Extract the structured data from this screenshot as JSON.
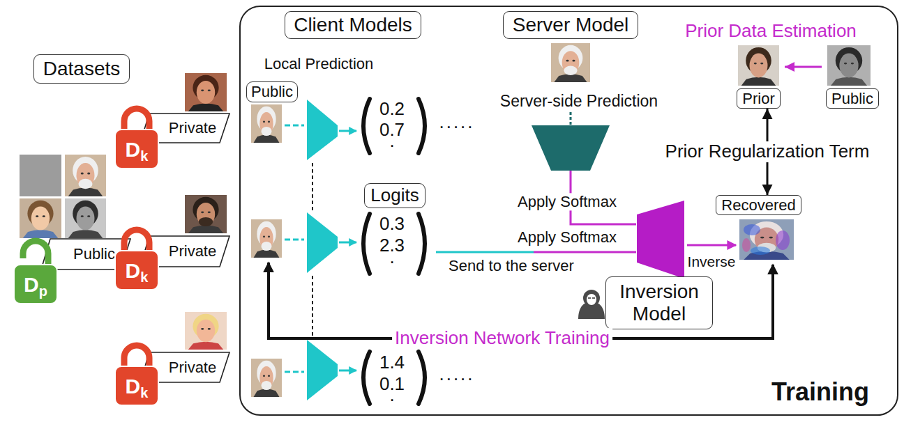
{
  "diagram": {
    "nodes": [
      {
        "text": [
          "Datasets"
        ]
      },
      {
        "text": [
          "Private"
        ]
      },
      {
        "text": [
          "D",
          "k"
        ]
      },
      {
        "text": [
          "Public"
        ]
      },
      {
        "text": [
          "D",
          "p"
        ]
      },
      {
        "text": [
          "Private"
        ]
      },
      {
        "text": [
          "D",
          "k"
        ]
      },
      {
        "text": [
          "Private"
        ]
      },
      {
        "text": [
          "D",
          "k"
        ]
      },
      {
        "text": [
          "Training"
        ]
      },
      {
        "text": [
          "Client Models"
        ],
        "in": 9
      },
      {
        "text": [
          "Server Model"
        ],
        "in": 9
      },
      {
        "text": [
          "Public"
        ],
        "in": 9
      },
      {
        "text": [
          "Prior"
        ],
        "in": 9
      },
      {
        "text": [
          "Public"
        ],
        "in": 9
      },
      {
        "text": [
          "Logits"
        ],
        "in": 9
      },
      {
        "text": [
          "Recovered"
        ],
        "in": 9
      },
      {
        "text": [
          "Inversion Model"
        ],
        "in": 9
      }
    ],
    "edges": [
      {
        "from": 14,
        "to": 13,
        "arrow": "to"
      },
      {
        "from": 16,
        "to": 13,
        "arrow": "both",
        "label": "Prior Regularization Term"
      }
    ],
    "labels": [
      "Local Prediction",
      "0.2",
      "0.7",
      ".",
      ".....",
      "0.3",
      "2.3",
      ".",
      "1.4",
      "0.1",
      ".",
      ".....",
      "Server-side Prediction",
      "Apply Softmax",
      "Apply Softmax",
      "Send to the server",
      "Inverse",
      "Prior Data Estimation",
      "Inversion Network Training"
    ]
  }
}
